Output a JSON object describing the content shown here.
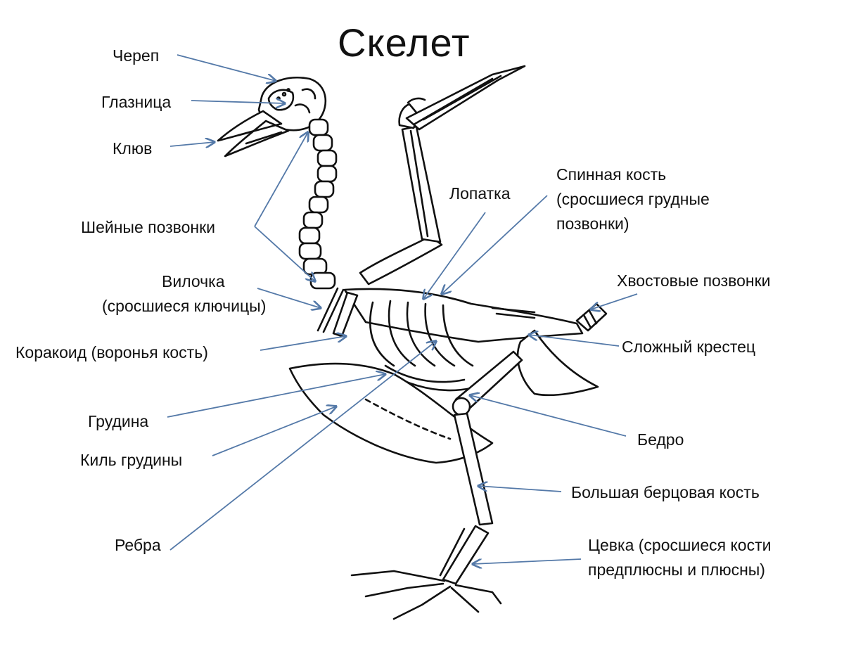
{
  "title": "Скелет",
  "colors": {
    "arrow": "#5479a8",
    "bone_outline": "#111111",
    "background": "#ffffff"
  },
  "labels": {
    "skull": "Череп",
    "orbit": "Глазница",
    "beak": "Клюв",
    "cervical_vertebrae": "Шейные позвонки",
    "furcula_1": "Вилочка",
    "furcula_2": "(сросшиеся ключицы)",
    "coracoid": "Коракоид  (воронья кость)",
    "sternum": "Грудина",
    "keel": "Киль грудины",
    "ribs": "Ребра",
    "scapula": "Лопатка",
    "notarium_1": "Спинная кость",
    "notarium_2": "(сросшиеся грудные",
    "notarium_3": "позвонки)",
    "caudal_vertebrae": "Хвостовые позвонки",
    "synsacrum": "Сложный крестец",
    "femur": "Бедро",
    "tibiotarsus": "Большая берцовая кость",
    "tarsometatarsus_1": "Цевка (сросшиеся кости",
    "tarsometatarsus_2": "предплюсны и плюсны)"
  }
}
